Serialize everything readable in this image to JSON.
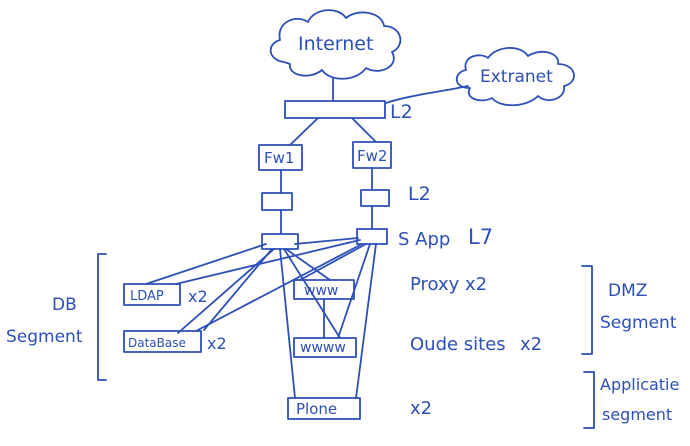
{
  "network": {
    "cloud_internet": "Internet",
    "cloud_extranet": "Extranet",
    "switch_top_label": "L2",
    "fw1": "Fw1",
    "fw2": "Fw2",
    "switch_mid_label": "L2",
    "lb_label": "S App",
    "lb_layer": "L7",
    "ldap": "LDAP",
    "ldap_count": "x2",
    "database": "DataBase",
    "database_count": "x2",
    "www_proxy": "www",
    "proxy_label": "Proxy x2",
    "www_old": "wwww",
    "old_sites_label": "Oude sites",
    "old_sites_count": "x2",
    "plone": "Plone",
    "plone_count": "x2",
    "db_segment_line1": "DB",
    "db_segment_line2": "Segment",
    "dmz_line1": "DMZ",
    "dmz_line2": "Segment",
    "app_line1": "Applicatie",
    "app_line2": "segment"
  },
  "colors": {
    "ink": "#2c4fb8",
    "background": "#ffffff"
  }
}
